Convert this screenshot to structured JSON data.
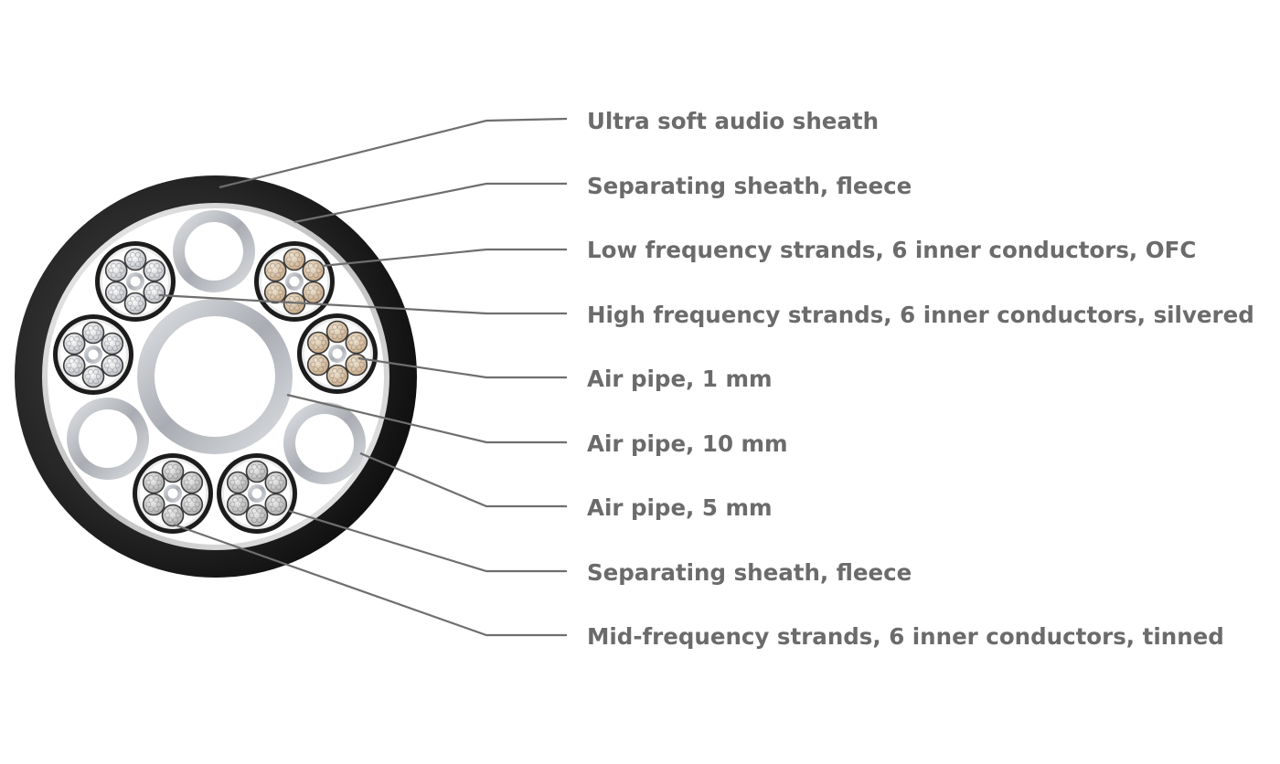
{
  "labels": [
    "Ultra soft audio sheath",
    "Separating sheath, fleece",
    "Low frequency strands, 6 inner conductors, OFC",
    "High frequency strands, 6 inner conductors, silvered",
    "Air pipe, 1 mm",
    "Air pipe, 10 mm",
    "Air pipe, 5 mm",
    "Separating sheath, fleece",
    "Mid-frequency strands, 6 inner conductors, tinned"
  ],
  "colors": {
    "label_text": "#6b6b6b",
    "leader_line": "#6e6e6e",
    "outer_sheath": "#1c1c1c",
    "fleece": "#e6e6e6",
    "air_pipe": "#c2c4c8",
    "ofc_strand": "#d6bfa3",
    "silver_strand": "#d9dadf",
    "tinned_strand": "#c8c8c8"
  }
}
